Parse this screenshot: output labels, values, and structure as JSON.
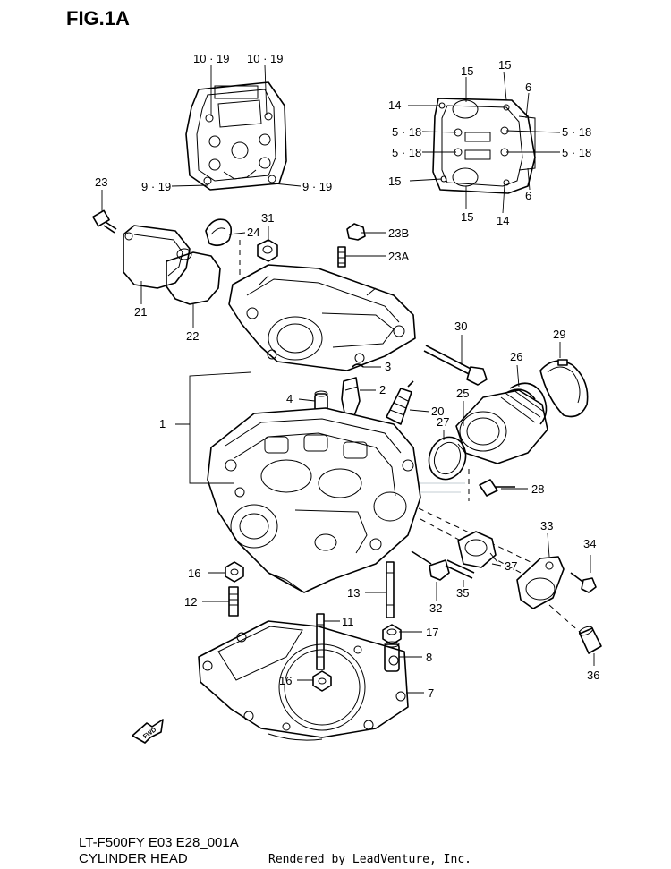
{
  "header": {
    "figure_label": "FIG.1A"
  },
  "footer": {
    "model_code": "LT-F500FY E03 E28_001A",
    "section_name": "CYLINDER HEAD",
    "credit": "Rendered by LeadVenture, Inc."
  },
  "callouts": {
    "c1": "1",
    "c2": "2",
    "c3": "3",
    "c4": "4",
    "c5_18_a": "5 · 18",
    "c5_18_b": "5 · 18",
    "c5_18_c": "5 · 18",
    "c5_18_d": "5 · 18",
    "c6_a": "6",
    "c6_b": "6",
    "c7": "7",
    "c8": "8",
    "c9_19_a": "9 · 19",
    "c9_19_b": "9 · 19",
    "c10_19_a": "10 · 19",
    "c10_19_b": "10 · 19",
    "c11": "11",
    "c12": "12",
    "c13": "13",
    "c14_a": "14",
    "c14_b": "14",
    "c15_a": "15",
    "c15_b": "15",
    "c15_c": "15",
    "c15_d": "15",
    "c16_a": "16",
    "c16_b": "16",
    "c17": "17",
    "c20": "20",
    "c21": "21",
    "c22": "22",
    "c23": "23",
    "c23a": "23A",
    "c23b": "23B",
    "c24": "24",
    "c25": "25",
    "c26": "26",
    "c27": "27",
    "c28": "28",
    "c29": "29",
    "c30": "30",
    "c31": "31",
    "c32": "32",
    "c33": "33",
    "c34": "34",
    "c35": "35",
    "c36": "36",
    "c37": "37"
  },
  "direction_marker": {
    "label": "FWD",
    "icon": "fwd-arrow-icon"
  }
}
